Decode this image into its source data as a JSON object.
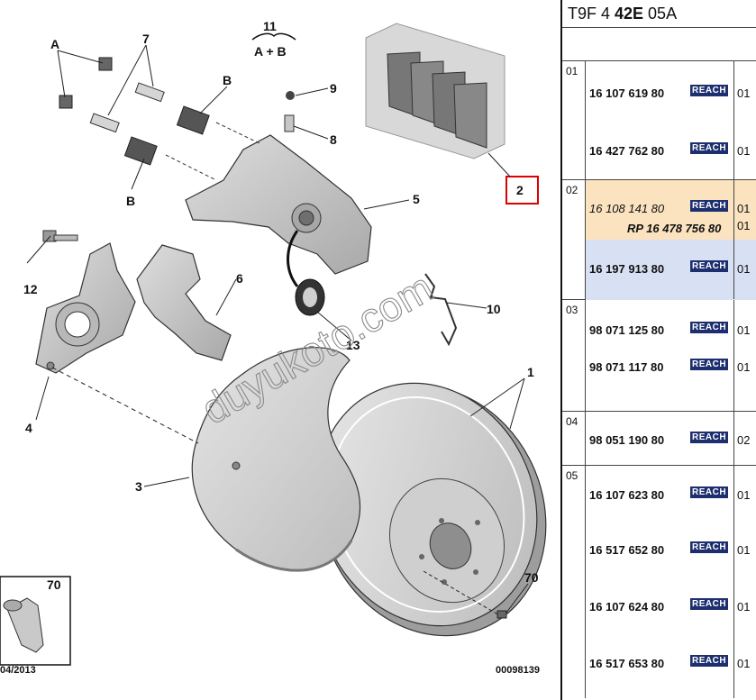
{
  "diagram": {
    "callouts": {
      "c1": "1",
      "c2": "2",
      "c3": "3",
      "c4": "4",
      "c5": "5",
      "c6": "6",
      "c7": "7",
      "c8": "8",
      "c9": "9",
      "c10": "10",
      "c11": "11",
      "c11_sub": "A + B",
      "c12": "12",
      "c13": "13",
      "c70": "70",
      "cA": "A",
      "cB1": "B",
      "cB2": "B"
    },
    "inset_callout": "70",
    "date_code": "04/2013",
    "ref_code": "00098139",
    "watermark": "duyukoto.com"
  },
  "panel": {
    "title_normal_1": "T9F 4 ",
    "title_bold": "42E",
    "title_normal_2": " 05A",
    "groups": [
      {
        "num": "01",
        "rows": [
          {
            "pn": "16 107 619 80",
            "reach": "REACH",
            "qty": "01"
          },
          {
            "pn": "16 427 762 80",
            "reach": "REACH",
            "qty": "01"
          }
        ]
      },
      {
        "num": "02",
        "rows": [
          {
            "pn": "16 108 141 80",
            "reach": "REACH",
            "qty": "01",
            "rp": "RP 16 478 756 80",
            "rp_qty": "01"
          },
          {
            "pn": "16 197 913 80",
            "reach": "REACH",
            "qty": "01"
          }
        ]
      },
      {
        "num": "03",
        "rows": [
          {
            "pn": "98 071 125 80",
            "reach": "REACH",
            "qty": "01"
          },
          {
            "pn": "98 071 117 80",
            "reach": "REACH",
            "qty": "01"
          }
        ]
      },
      {
        "num": "04",
        "rows": [
          {
            "pn": "98 051 190 80",
            "reach": "REACH",
            "qty": "02"
          }
        ]
      },
      {
        "num": "05",
        "rows": [
          {
            "pn": "16 107 623 80",
            "reach": "REACH",
            "qty": "01"
          },
          {
            "pn": "16 517 652 80",
            "reach": "REACH",
            "qty": "01"
          },
          {
            "pn": "16 107 624 80",
            "reach": "REACH",
            "qty": "01"
          },
          {
            "pn": "16 517 653 80",
            "reach": "REACH",
            "qty": "01"
          }
        ]
      }
    ]
  }
}
